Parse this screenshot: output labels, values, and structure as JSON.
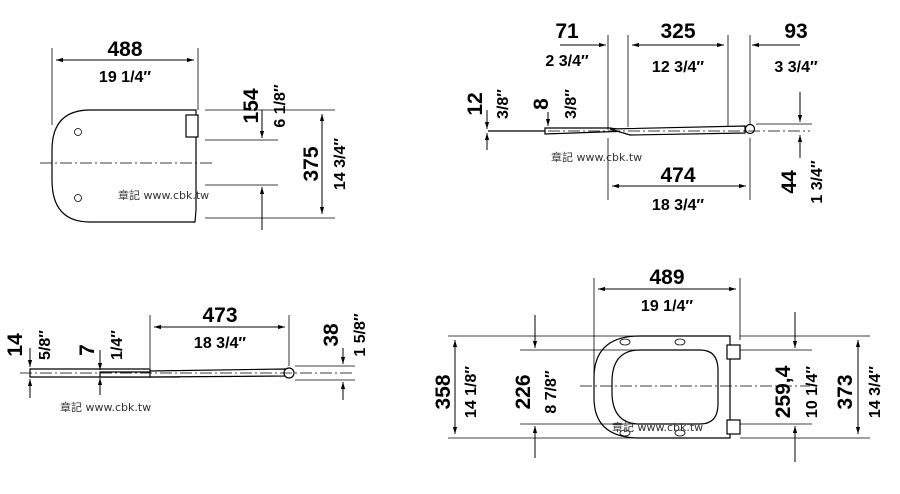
{
  "top_view": {
    "width_mm": "488",
    "width_in": "19 1/4″",
    "offset_mm": "154",
    "offset_in": "6 1/8″",
    "length_mm": "375",
    "length_in": "14 3/4″",
    "watermark": "章記 www.cbk.tw"
  },
  "side_view_top": {
    "hinge_offset_mm": "71",
    "hinge_offset_in": "2 3/4″",
    "hinge_span_mm": "325",
    "hinge_span_in": "12 3/4″",
    "rear_mm": "93",
    "rear_in": "3 3/4″",
    "thickness_mm": "12",
    "thickness_in": "3/8″",
    "lid_mm": "8",
    "lid_in": "3/8″",
    "depth_mm": "474",
    "depth_in": "18 3/4″",
    "height_mm": "44",
    "height_in": "1 3/4″",
    "watermark": "章記 www.cbk.tw"
  },
  "side_view_bottom": {
    "height_mm": "14",
    "height_in": "5/8″",
    "lid_mm": "7",
    "lid_in": "1/4″",
    "depth_mm": "473",
    "depth_in": "18 3/4″",
    "hinge_mm": "38",
    "hinge_in": "1 5/8″",
    "watermark": "章記 www.cbk.tw"
  },
  "seat_view": {
    "width_mm": "489",
    "width_in": "19 1/4″",
    "outer_mm": "358",
    "outer_in": "14 1/8″",
    "opening_mm": "226",
    "opening_in": "8 7/8″",
    "inner_mm": "259,4",
    "inner_in": "10 1/4″",
    "total_mm": "373",
    "total_in": "14 3/4″",
    "watermark": "章記 www.cbk.tw"
  }
}
